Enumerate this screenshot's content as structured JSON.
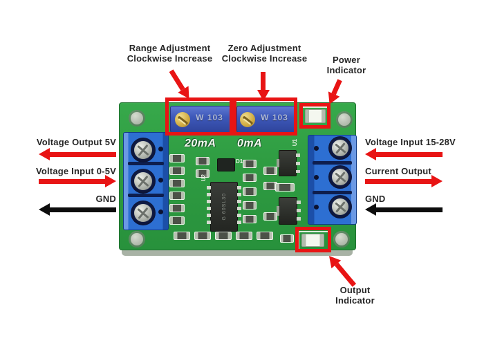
{
  "colors": {
    "annotation_red": "#e81414",
    "arrow_black": "#0d0d0d",
    "label_ink": "#262626",
    "terminal_blue": "#2d6fd2",
    "led_white": "#f4f7ef",
    "board_edge": "#a8b2a5"
  },
  "annotations": {
    "top": [
      {
        "line1": "Range Adjustment",
        "line2": "Clockwise Increase"
      },
      {
        "line1": "Zero Adjustment",
        "line2": "Clockwise Increase"
      },
      {
        "line1": "Power",
        "line2": "Indicator"
      }
    ],
    "left": [
      {
        "text": "Voltage Output 5V"
      },
      {
        "text": "Voltage Input 0-5V"
      },
      {
        "text": "GND"
      }
    ],
    "right": [
      {
        "text": "Voltage Input 15-28V"
      },
      {
        "text": "Current Output"
      },
      {
        "text": "GND"
      }
    ],
    "bottom": {
      "line1": "Output",
      "line2": "Indicator"
    }
  },
  "board": {
    "range_pot_label": "W 103",
    "zero_pot_label": "W 103",
    "range_silkscreen": "20mA",
    "zero_silkscreen": "0mA",
    "ic_label": "G 60SL30",
    "u1_label": "U1",
    "u2_label": "U2",
    "d1_label": "D1"
  }
}
